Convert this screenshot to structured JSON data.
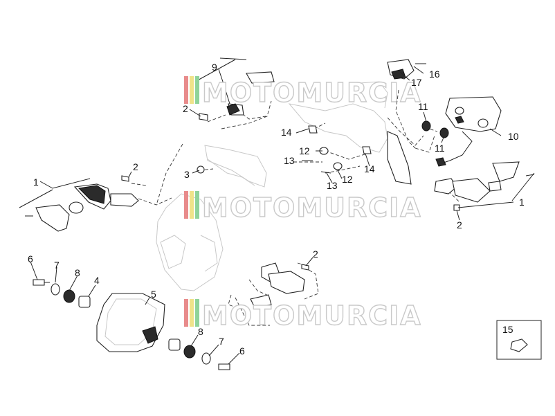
{
  "watermark": {
    "text": "MOTOMURCIA",
    "colors": {
      "outline": "#c9c9c9",
      "fill": "#ffffff",
      "bar_red": "#e88b8b",
      "bar_yellow": "#efe38a",
      "bar_green": "#8fd39a"
    }
  },
  "callouts": {
    "c1a": "1",
    "c1b": "1",
    "c2a": "2",
    "c2b": "2",
    "c2c": "2",
    "c2d": "2",
    "c3": "3",
    "c4": "4",
    "c5": "5",
    "c6a": "6",
    "c6b": "6",
    "c7a": "7",
    "c7b": "7",
    "c8a": "8",
    "c8b": "8",
    "c9": "9",
    "c10": "10",
    "c11a": "11",
    "c11b": "11",
    "c12a": "12",
    "c12b": "12",
    "c13a": "13",
    "c13b": "13",
    "c14a": "14",
    "c14b": "14",
    "c15": "15",
    "c16": "16",
    "c17": "17"
  }
}
